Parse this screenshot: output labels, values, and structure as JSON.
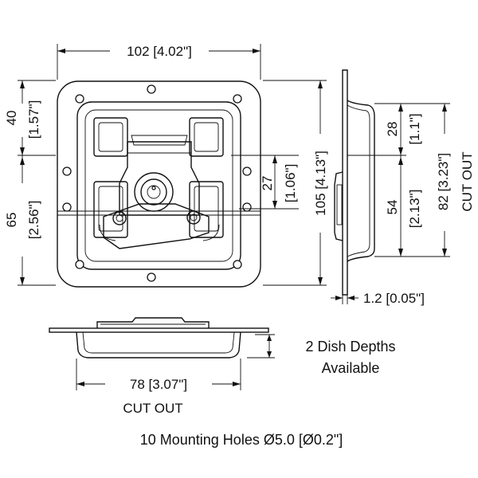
{
  "dimensions": {
    "width_top": "102 [4.02\"]",
    "left_upper_mm": "40",
    "left_upper_in": "[1.57\"]",
    "left_lower_mm": "65",
    "left_lower_in": "[2.56\"]",
    "inner_mm": "27",
    "inner_in": "[1.06\"]",
    "height_total": "105 [4.13\"]",
    "side_upper_mm": "28",
    "side_upper_in": "[1.1\"]",
    "side_lower_mm": "54",
    "side_lower_in": "[2.13\"]",
    "side_cutout": "82 [3.23\"]",
    "side_cutout_label": "CUT OUT",
    "thickness": "1.2 [0.05\"]",
    "bottom_cutout": "78 [3.07\"]",
    "bottom_cutout_label": "CUT OUT"
  },
  "notes": {
    "dish_line1": "2 Dish Depths",
    "dish_line2": "Available",
    "mounting": "10 Mounting Holes Ø5.0 [Ø0.2\"]"
  }
}
